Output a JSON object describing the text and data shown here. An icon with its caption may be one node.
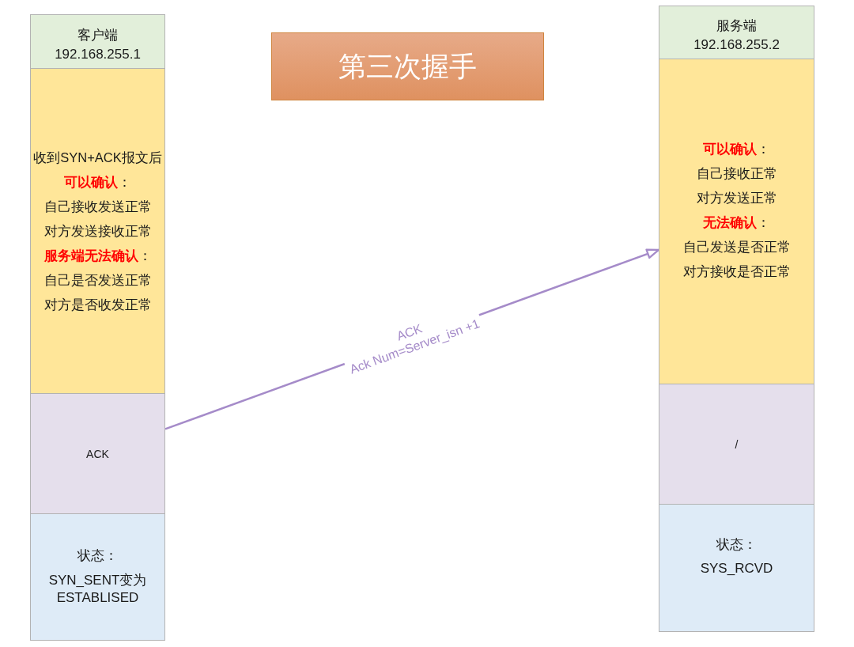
{
  "diagram": {
    "title": "第三次握手",
    "nodes": [
      {
        "text": [
          "客户端",
          "192.168.255.1"
        ]
      },
      {
        "text": [
          "收到SYN+ACK报文后",
          "**可以确认**：",
          "自己接收发送正常",
          "对方发送接收正常",
          "**服务端无法确认**：",
          "自己是否发送正常",
          "对方是否收发正常"
        ]
      },
      {
        "text": [
          "ACK"
        ]
      },
      {
        "text": [
          "状态：",
          "SYN_SENT变为ESTABLISED"
        ]
      },
      {
        "text": [
          "服务端",
          "192.168.255.2"
        ]
      },
      {
        "text": [
          "**可以确认**：",
          "自己接收正常",
          "对方发送正常",
          "**无法确认**：",
          "自己发送是否正常",
          "对方接收是否正常"
        ]
      },
      {
        "text": [
          "/"
        ]
      },
      {
        "text": [
          "状态：",
          "SYS_RCVD"
        ]
      }
    ],
    "edges": [
      {
        "from": 2,
        "to": 5,
        "arrow": "to",
        "label": "ACK Ack Num=Server_isn +1"
      }
    ]
  }
}
